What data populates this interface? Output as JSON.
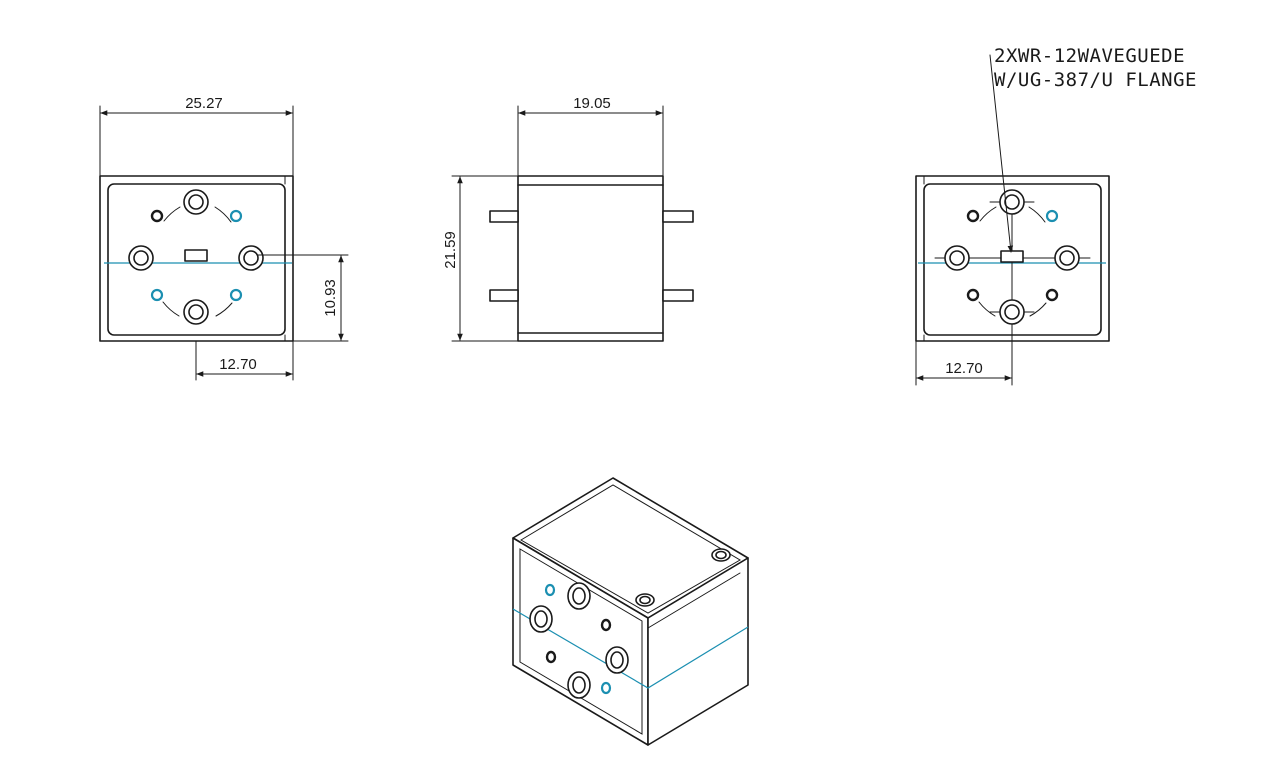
{
  "dimensions": {
    "front_width": "25.27",
    "front_offset_height": "10.93",
    "front_half_width": "12.70",
    "side_width": "19.05",
    "side_height": "21.59",
    "rear_half_width": "12.70"
  },
  "callout": {
    "line1": "2XWR-12WAVEGUEDE",
    "line2": "W/UG-387/U FLANGE"
  },
  "colors": {
    "line": "#1a1a1a",
    "accent": "#1b8fb1",
    "background": "#ffffff"
  }
}
